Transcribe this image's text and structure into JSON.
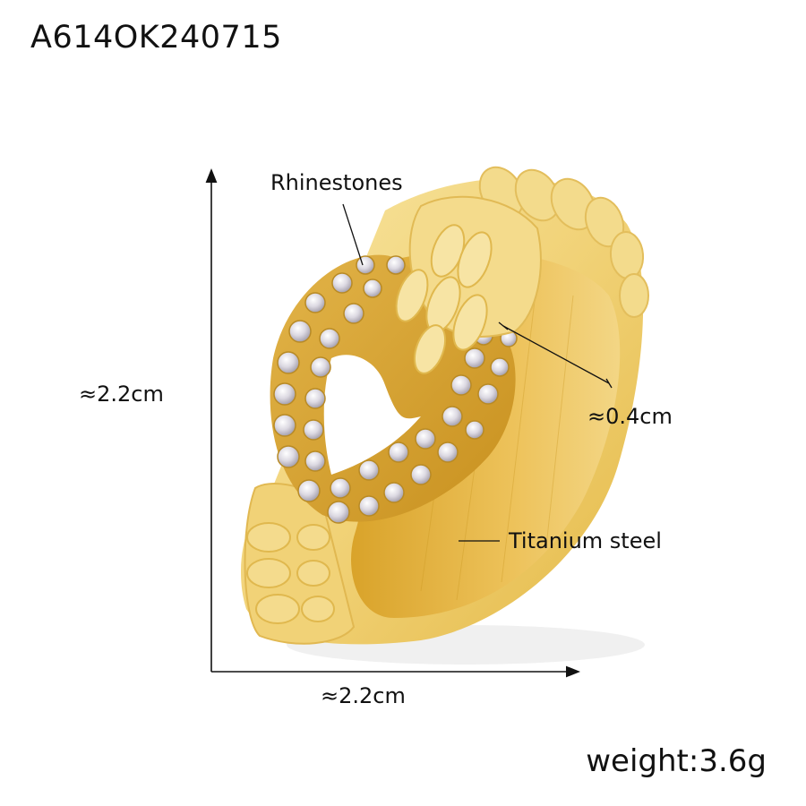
{
  "product": {
    "sku": "A614OK240715",
    "weight_label": "weight:3.6g"
  },
  "callouts": {
    "rhinestones": "Rhinestones",
    "titanium_steel": "Titanium steel",
    "band_width": "≈0.4cm"
  },
  "dimensions": {
    "height": "≈2.2cm",
    "width": "≈2.2cm"
  },
  "colors": {
    "gold_light": "#F6DE8E",
    "gold_mid": "#E9C350",
    "gold_dark": "#C9961F",
    "stone": "#E8E6EE",
    "text": "#111111"
  }
}
